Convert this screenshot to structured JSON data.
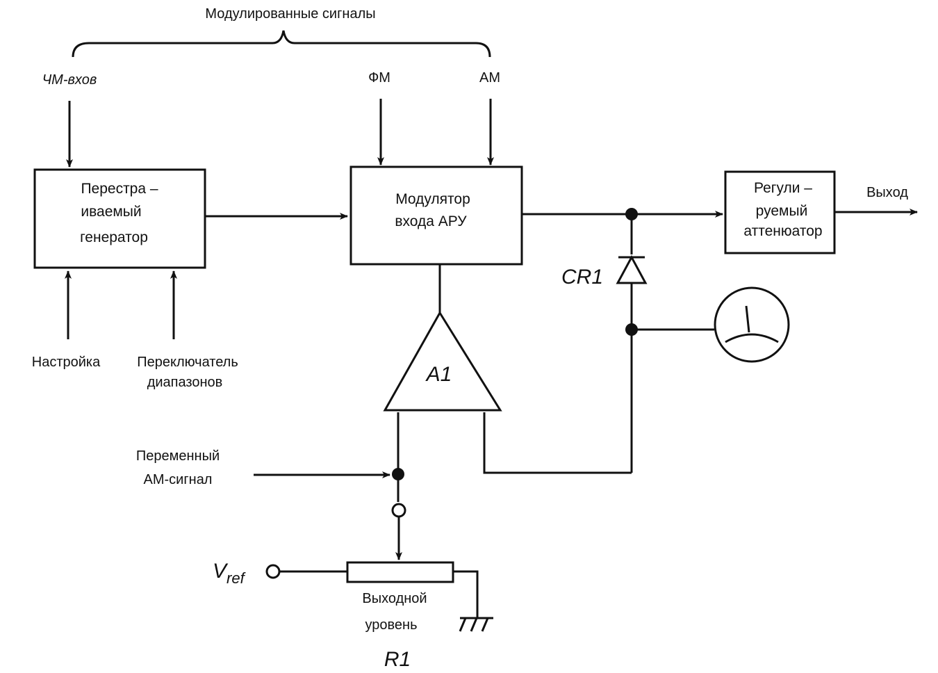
{
  "header": {
    "modulated_signals": "Модулированные сигналы"
  },
  "inputs": {
    "fm_in": "ЧМ-вхов",
    "pm": "ФМ",
    "am": "АМ",
    "tuning": "Настройка",
    "band_switch_1": "Переключатель",
    "band_switch_2": "диапазонов",
    "var_am_1": "Переменный",
    "var_am_2": "АМ-сигнал"
  },
  "blocks": {
    "generator": [
      "Перестра –",
      "иваемый",
      "генератор"
    ],
    "modulator": [
      "Модулятор",
      "входа АРУ"
    ],
    "attenuator": [
      "Регули –",
      "руемый",
      "аттенюатор"
    ]
  },
  "components": {
    "amplifier": "A1",
    "diode": "CR1",
    "resistor": "R1",
    "vref_main": "V",
    "vref_sub": "ref"
  },
  "output": {
    "label": "Выход",
    "level_1": "Выходной",
    "level_2": "уровень"
  }
}
